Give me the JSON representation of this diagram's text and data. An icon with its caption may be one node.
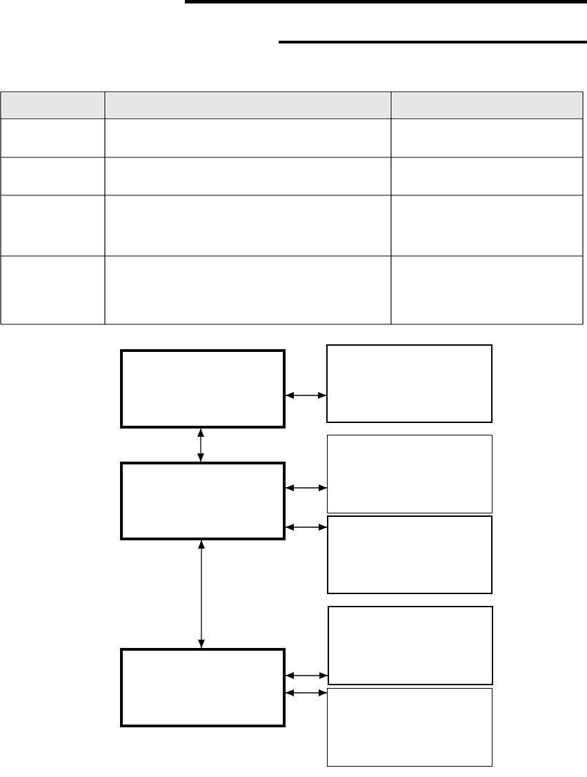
{
  "diagram": {
    "nodes": [
      {
        "text": [],
        "shape": "box"
      },
      {
        "text": [],
        "shape": "box"
      },
      {
        "text": [],
        "shape": "box"
      },
      {
        "text": [],
        "shape": "box"
      },
      {
        "text": [],
        "shape": "box"
      },
      {
        "text": [],
        "shape": "box"
      },
      {
        "text": [],
        "shape": "box"
      },
      {
        "text": [],
        "shape": "box"
      }
    ],
    "edges": [
      {
        "from": 0,
        "to": 1,
        "arrow": "both"
      },
      {
        "from": 0,
        "to": 2,
        "arrow": "both"
      },
      {
        "from": 2,
        "to": 3,
        "arrow": "both"
      },
      {
        "from": 2,
        "to": 4,
        "arrow": "both"
      },
      {
        "from": 2,
        "to": 5,
        "arrow": "both"
      },
      {
        "from": 5,
        "to": 6,
        "arrow": "both"
      },
      {
        "from": 5,
        "to": 7,
        "arrow": "both"
      }
    ]
  }
}
